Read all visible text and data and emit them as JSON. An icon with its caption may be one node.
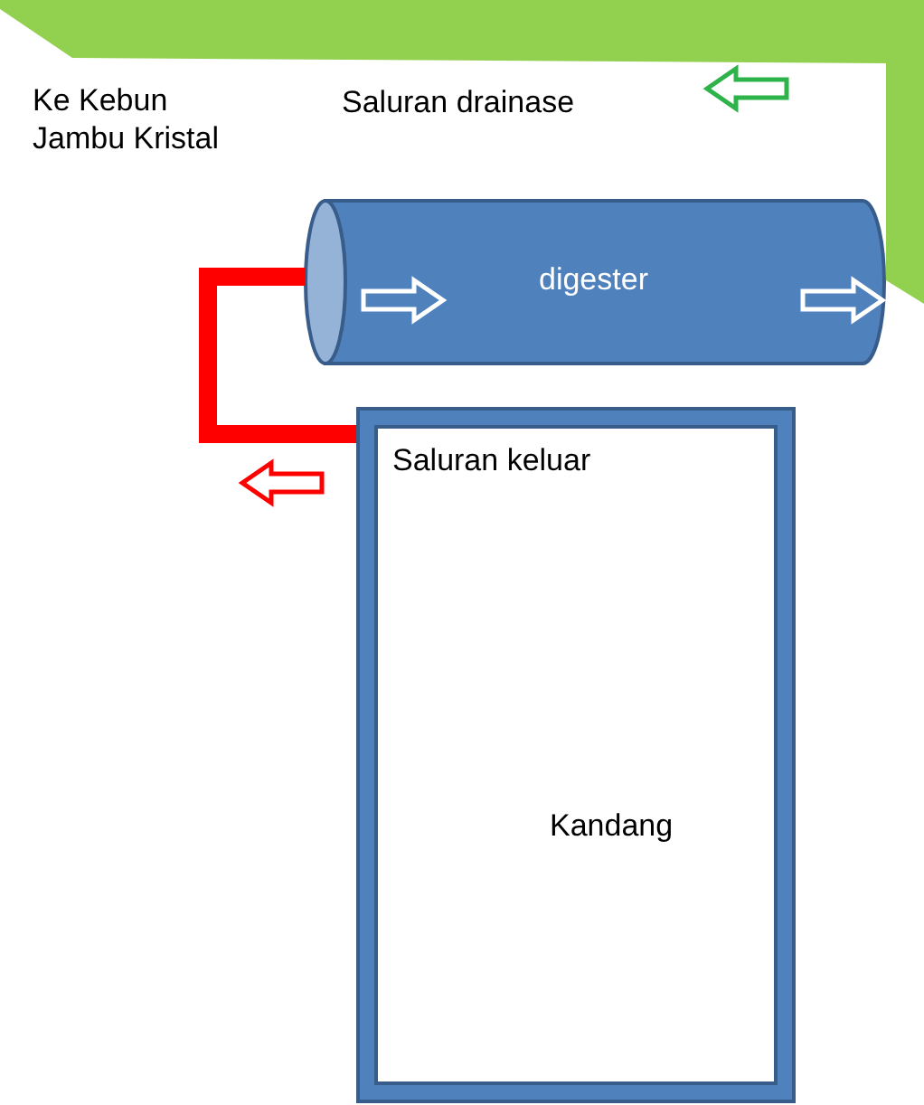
{
  "diagram": {
    "nodes": [
      {
        "text": [
          "Saluran drainase"
        ]
      },
      {
        "text": [
          "digester"
        ]
      },
      {
        "text": [
          "Saluran keluar",
          "Kandang"
        ]
      },
      {
        "text": [],
        "shape": "bar"
      }
    ],
    "edges": [
      {
        "from": 1,
        "to": 2,
        "arrow": "none",
        "color": "#ff0000"
      }
    ],
    "labels": [
      "Ke Kebun Jambu Kristal"
    ]
  }
}
